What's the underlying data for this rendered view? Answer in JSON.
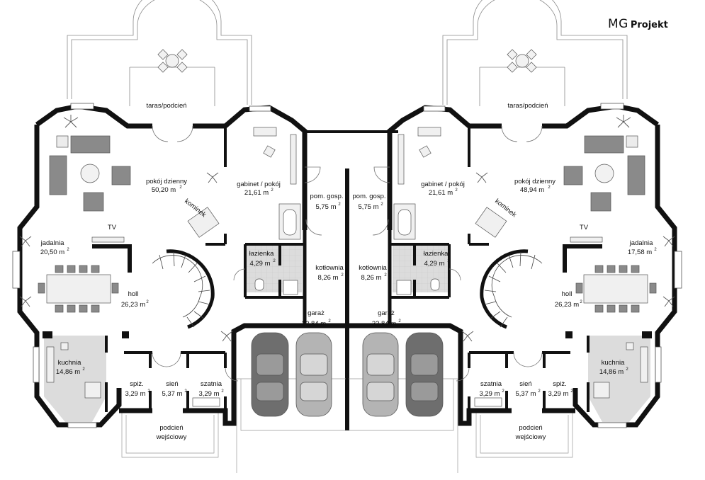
{
  "logo": {
    "brand": "MG",
    "suffix": "Projekt"
  },
  "left_unit": [
    {
      "id": "taras",
      "name": "taras/podcień",
      "area": ""
    },
    {
      "id": "pokoj",
      "name": "pokój dzienny",
      "area": "50,20 m"
    },
    {
      "id": "gabinet",
      "name": "gabinet / pokój",
      "area": "21,61 m"
    },
    {
      "id": "pomgosp",
      "name": "pom. gosp.",
      "area": "5,75 m"
    },
    {
      "id": "jadalnia",
      "name": "jadalnia",
      "area": "20,50 m"
    },
    {
      "id": "tv",
      "name": "TV",
      "area": ""
    },
    {
      "id": "kominek",
      "name": "kominek",
      "area": ""
    },
    {
      "id": "lazienka",
      "name": "łazienka",
      "area": "4,29 m"
    },
    {
      "id": "kotlownia",
      "name": "kotłownia",
      "area": "8,26 m"
    },
    {
      "id": "holl",
      "name": "holl",
      "area": "26,23 m"
    },
    {
      "id": "garaz",
      "name": "garaż",
      "area": "32,84 m"
    },
    {
      "id": "kuchnia",
      "name": "kuchnia",
      "area": "14,86 m"
    },
    {
      "id": "spiz",
      "name": "spiż.",
      "area": "3,29 m"
    },
    {
      "id": "sien",
      "name": "sień",
      "area": "5,37 m"
    },
    {
      "id": "szatnia",
      "name": "szatnia",
      "area": "3,29 m"
    },
    {
      "id": "podcien",
      "name": "podcień",
      "area": "wejściowy"
    }
  ],
  "right_unit": [
    {
      "id": "taras",
      "name": "taras/podcień",
      "area": ""
    },
    {
      "id": "pokoj",
      "name": "pokój dzienny",
      "area": "48,94 m"
    },
    {
      "id": "gabinet",
      "name": "gabinet / pokój",
      "area": "21,61 m"
    },
    {
      "id": "pomgosp",
      "name": "pom. gosp.",
      "area": "5,75 m"
    },
    {
      "id": "jadalnia",
      "name": "jadalnia",
      "area": "17,58 m"
    },
    {
      "id": "tv",
      "name": "TV",
      "area": ""
    },
    {
      "id": "kominek",
      "name": "kominek",
      "area": ""
    },
    {
      "id": "lazienka",
      "name": "łazienka",
      "area": "4,29 m"
    },
    {
      "id": "kotlownia",
      "name": "kotłownia",
      "area": "8,26 m"
    },
    {
      "id": "holl",
      "name": "holl",
      "area": "26,23 m"
    },
    {
      "id": "garaz",
      "name": "garaż",
      "area": "32,84 m"
    },
    {
      "id": "kuchnia",
      "name": "kuchnia",
      "area": "14,86 m"
    },
    {
      "id": "spiz",
      "name": "spiż.",
      "area": "3,29 m"
    },
    {
      "id": "sien",
      "name": "sień",
      "area": "5,37 m"
    },
    {
      "id": "szatnia",
      "name": "szatnia",
      "area": "3,29 m"
    },
    {
      "id": "podcien",
      "name": "podcień",
      "area": "wejściowy"
    }
  ],
  "colors": {
    "wall": "#111111",
    "floor_tint": "#dcdcdc",
    "furniture": "#8a8a8a",
    "car_dark": "#6e6e6e",
    "car_light": "#b4b4b4",
    "line": "#777777"
  }
}
